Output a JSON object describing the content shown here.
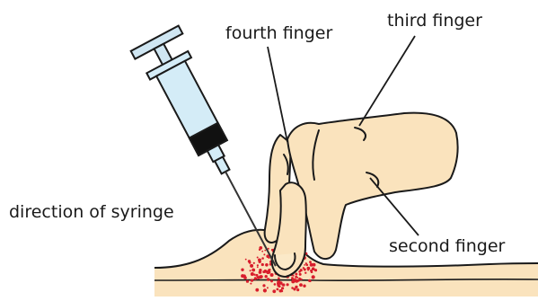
{
  "labels": {
    "fourth_finger": "fourth finger",
    "third_finger": "third finger",
    "direction_of_syringe": "direction of syringe",
    "second_finger": "second finger"
  },
  "colors": {
    "skin": "#fae3bd",
    "outline": "#1a1a1a",
    "syringe_barrel": "#d4ecf7",
    "syringe_plunger": "#cfe6f2",
    "stopper": "#111111",
    "needle": "#333333",
    "injection_site_dots": "#d81e2c",
    "background": "#ffffff"
  },
  "icons": [
    "syringe",
    "hand",
    "skin-surface",
    "injection-site"
  ]
}
